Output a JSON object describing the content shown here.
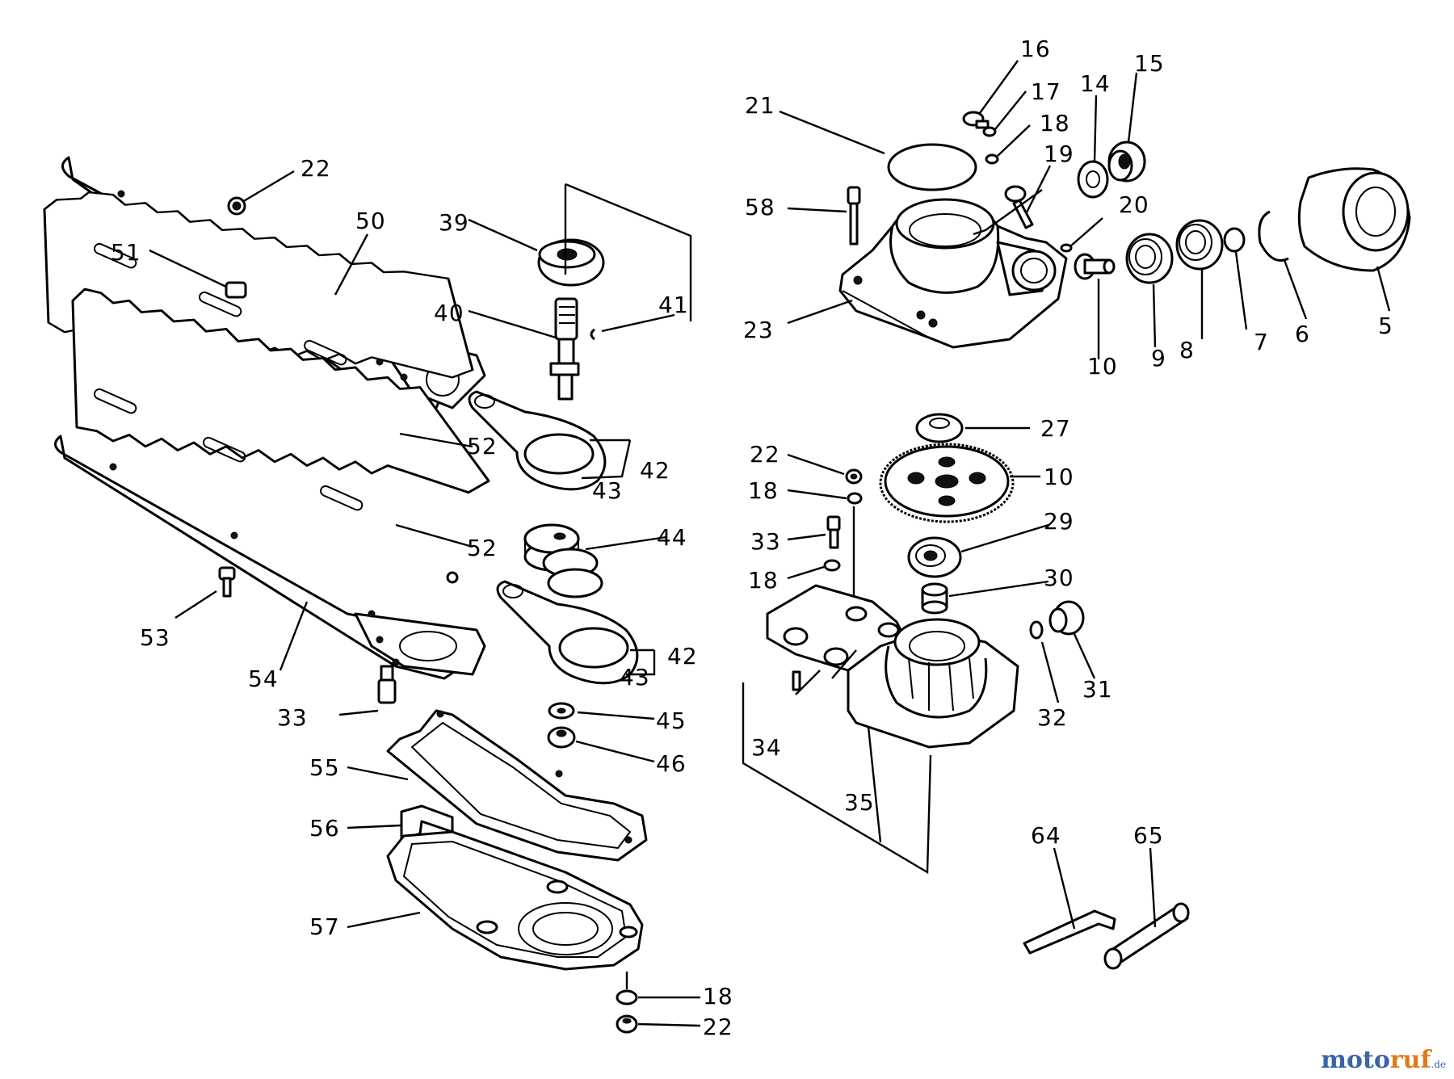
{
  "labels": {
    "p5": "5",
    "p6": "6",
    "p7": "7",
    "p8": "8",
    "p9": "9",
    "p10a": "10",
    "p10b": "10",
    "p14": "14",
    "p15": "15",
    "p16": "16",
    "p17": "17",
    "p18a": "18",
    "p18b": "18",
    "p18c": "18",
    "p18d": "18",
    "p19": "19",
    "p20": "20",
    "p21": "21",
    "p22a": "22",
    "p22b": "22",
    "p22c": "22",
    "p23": "23",
    "p27": "27",
    "p29": "29",
    "p30": "30",
    "p31": "31",
    "p32": "32",
    "p33a": "33",
    "p33b": "33",
    "p34": "34",
    "p35": "35",
    "p39": "39",
    "p40": "40",
    "p41": "41",
    "p42a": "42",
    "p42b": "42",
    "p43a": "43",
    "p43b": "43",
    "p44": "44",
    "p45": "45",
    "p46": "46",
    "p50": "50",
    "p51": "51",
    "p52a": "52",
    "p52b": "52",
    "p53": "53",
    "p54": "54",
    "p55": "55",
    "p56": "56",
    "p57": "57",
    "p58": "58",
    "p64": "64",
    "p65": "65"
  },
  "watermark": {
    "part1": "moto",
    "part2": "ruf",
    "part3": ".de"
  }
}
